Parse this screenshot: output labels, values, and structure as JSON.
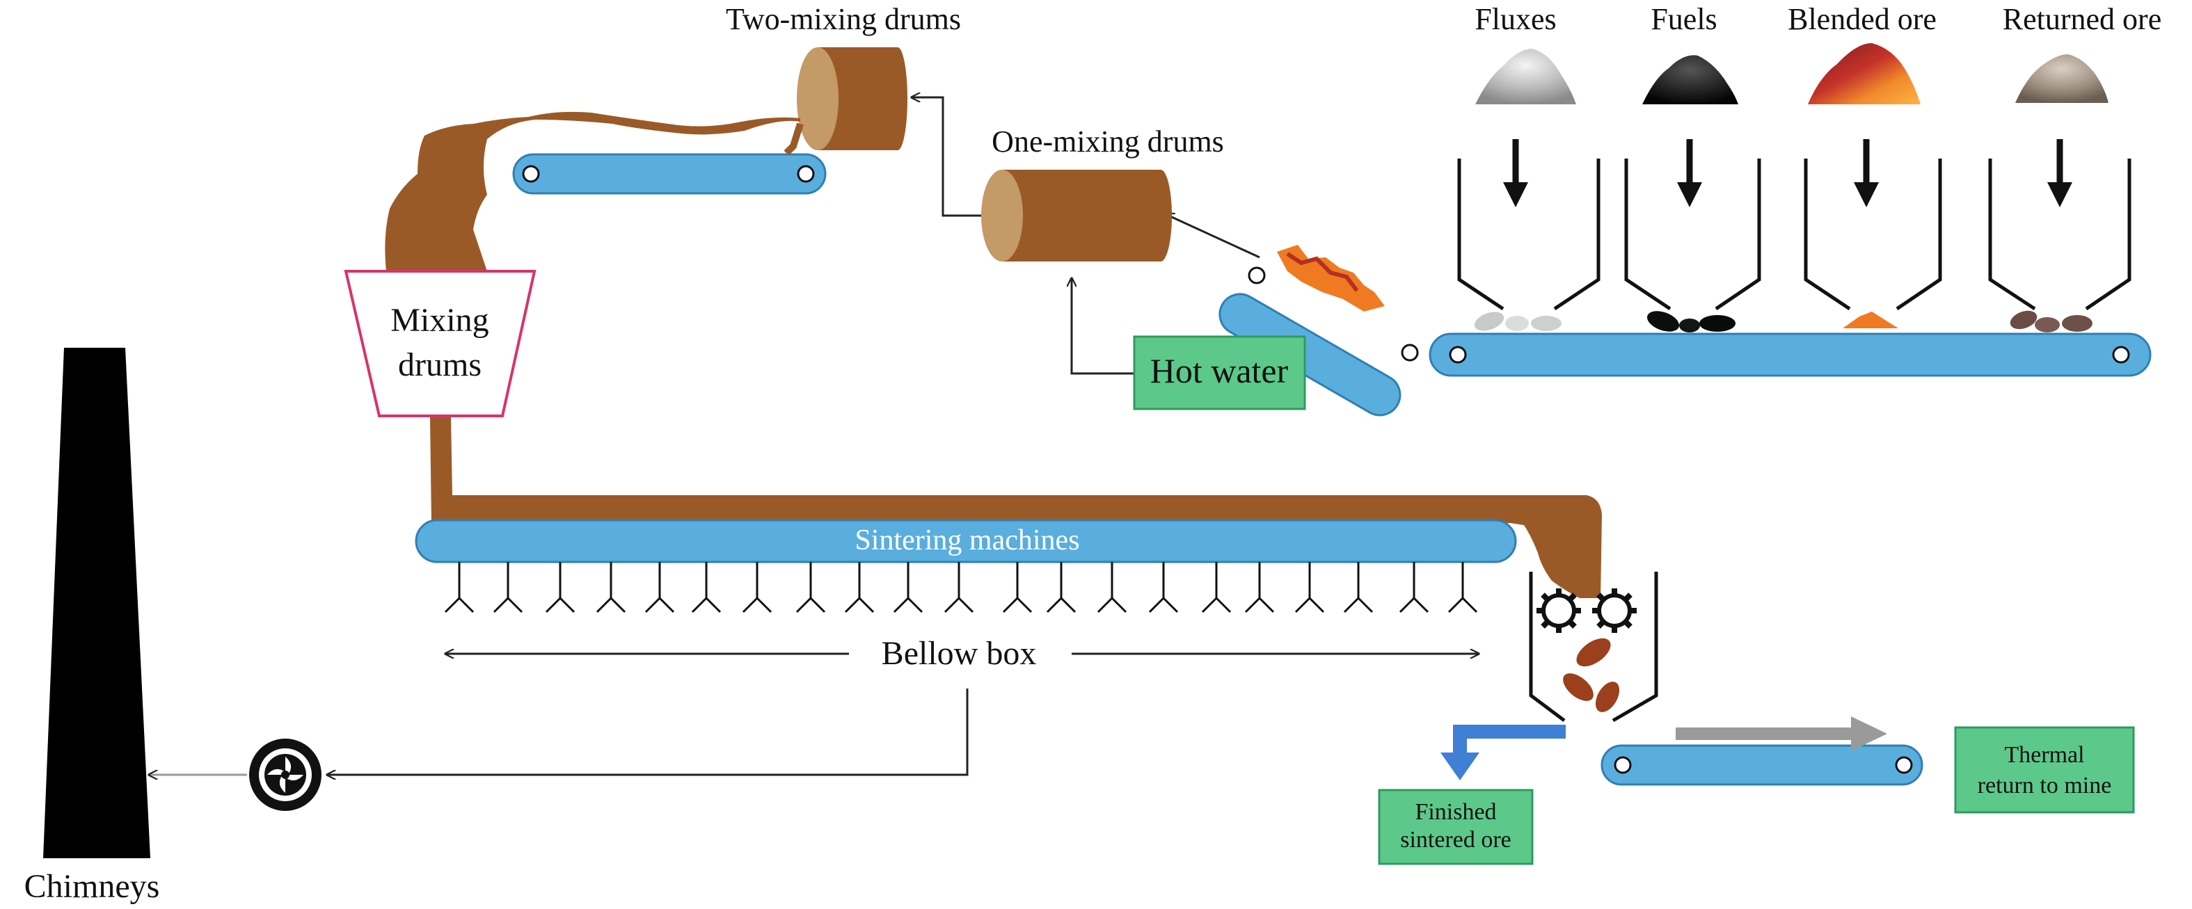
{
  "materials": {
    "fluxes": "Fluxes",
    "fuels": "Fuels",
    "blended_ore": "Blended ore",
    "returned_ore": "Returned ore"
  },
  "drums": {
    "two_mixing": "Two-mixing drums",
    "one_mixing": "One-mixing drums",
    "mixing_line1": "Mixing",
    "mixing_line2": "drums"
  },
  "hot_water": "Hot water",
  "sintering_machines": "Sintering machines",
  "bellow_box": "Bellow box",
  "chimneys": "Chimneys",
  "finished": {
    "line1": "Finished",
    "line2": "sintered ore"
  },
  "thermal_return": {
    "line1": "Thermal",
    "line2": "return to mine"
  },
  "colors": {
    "conveyor": "#5aaede",
    "conveyor_stroke": "#2f7fb4",
    "material_brown": "#9a5a27",
    "drum_face": "#c49a66",
    "label_box": "#5cc98a",
    "hopper_border": "#d8336b",
    "chimney": "#000000",
    "arrow_blue": "#3f7fd6",
    "arrow_gray": "#9a9a9a"
  }
}
